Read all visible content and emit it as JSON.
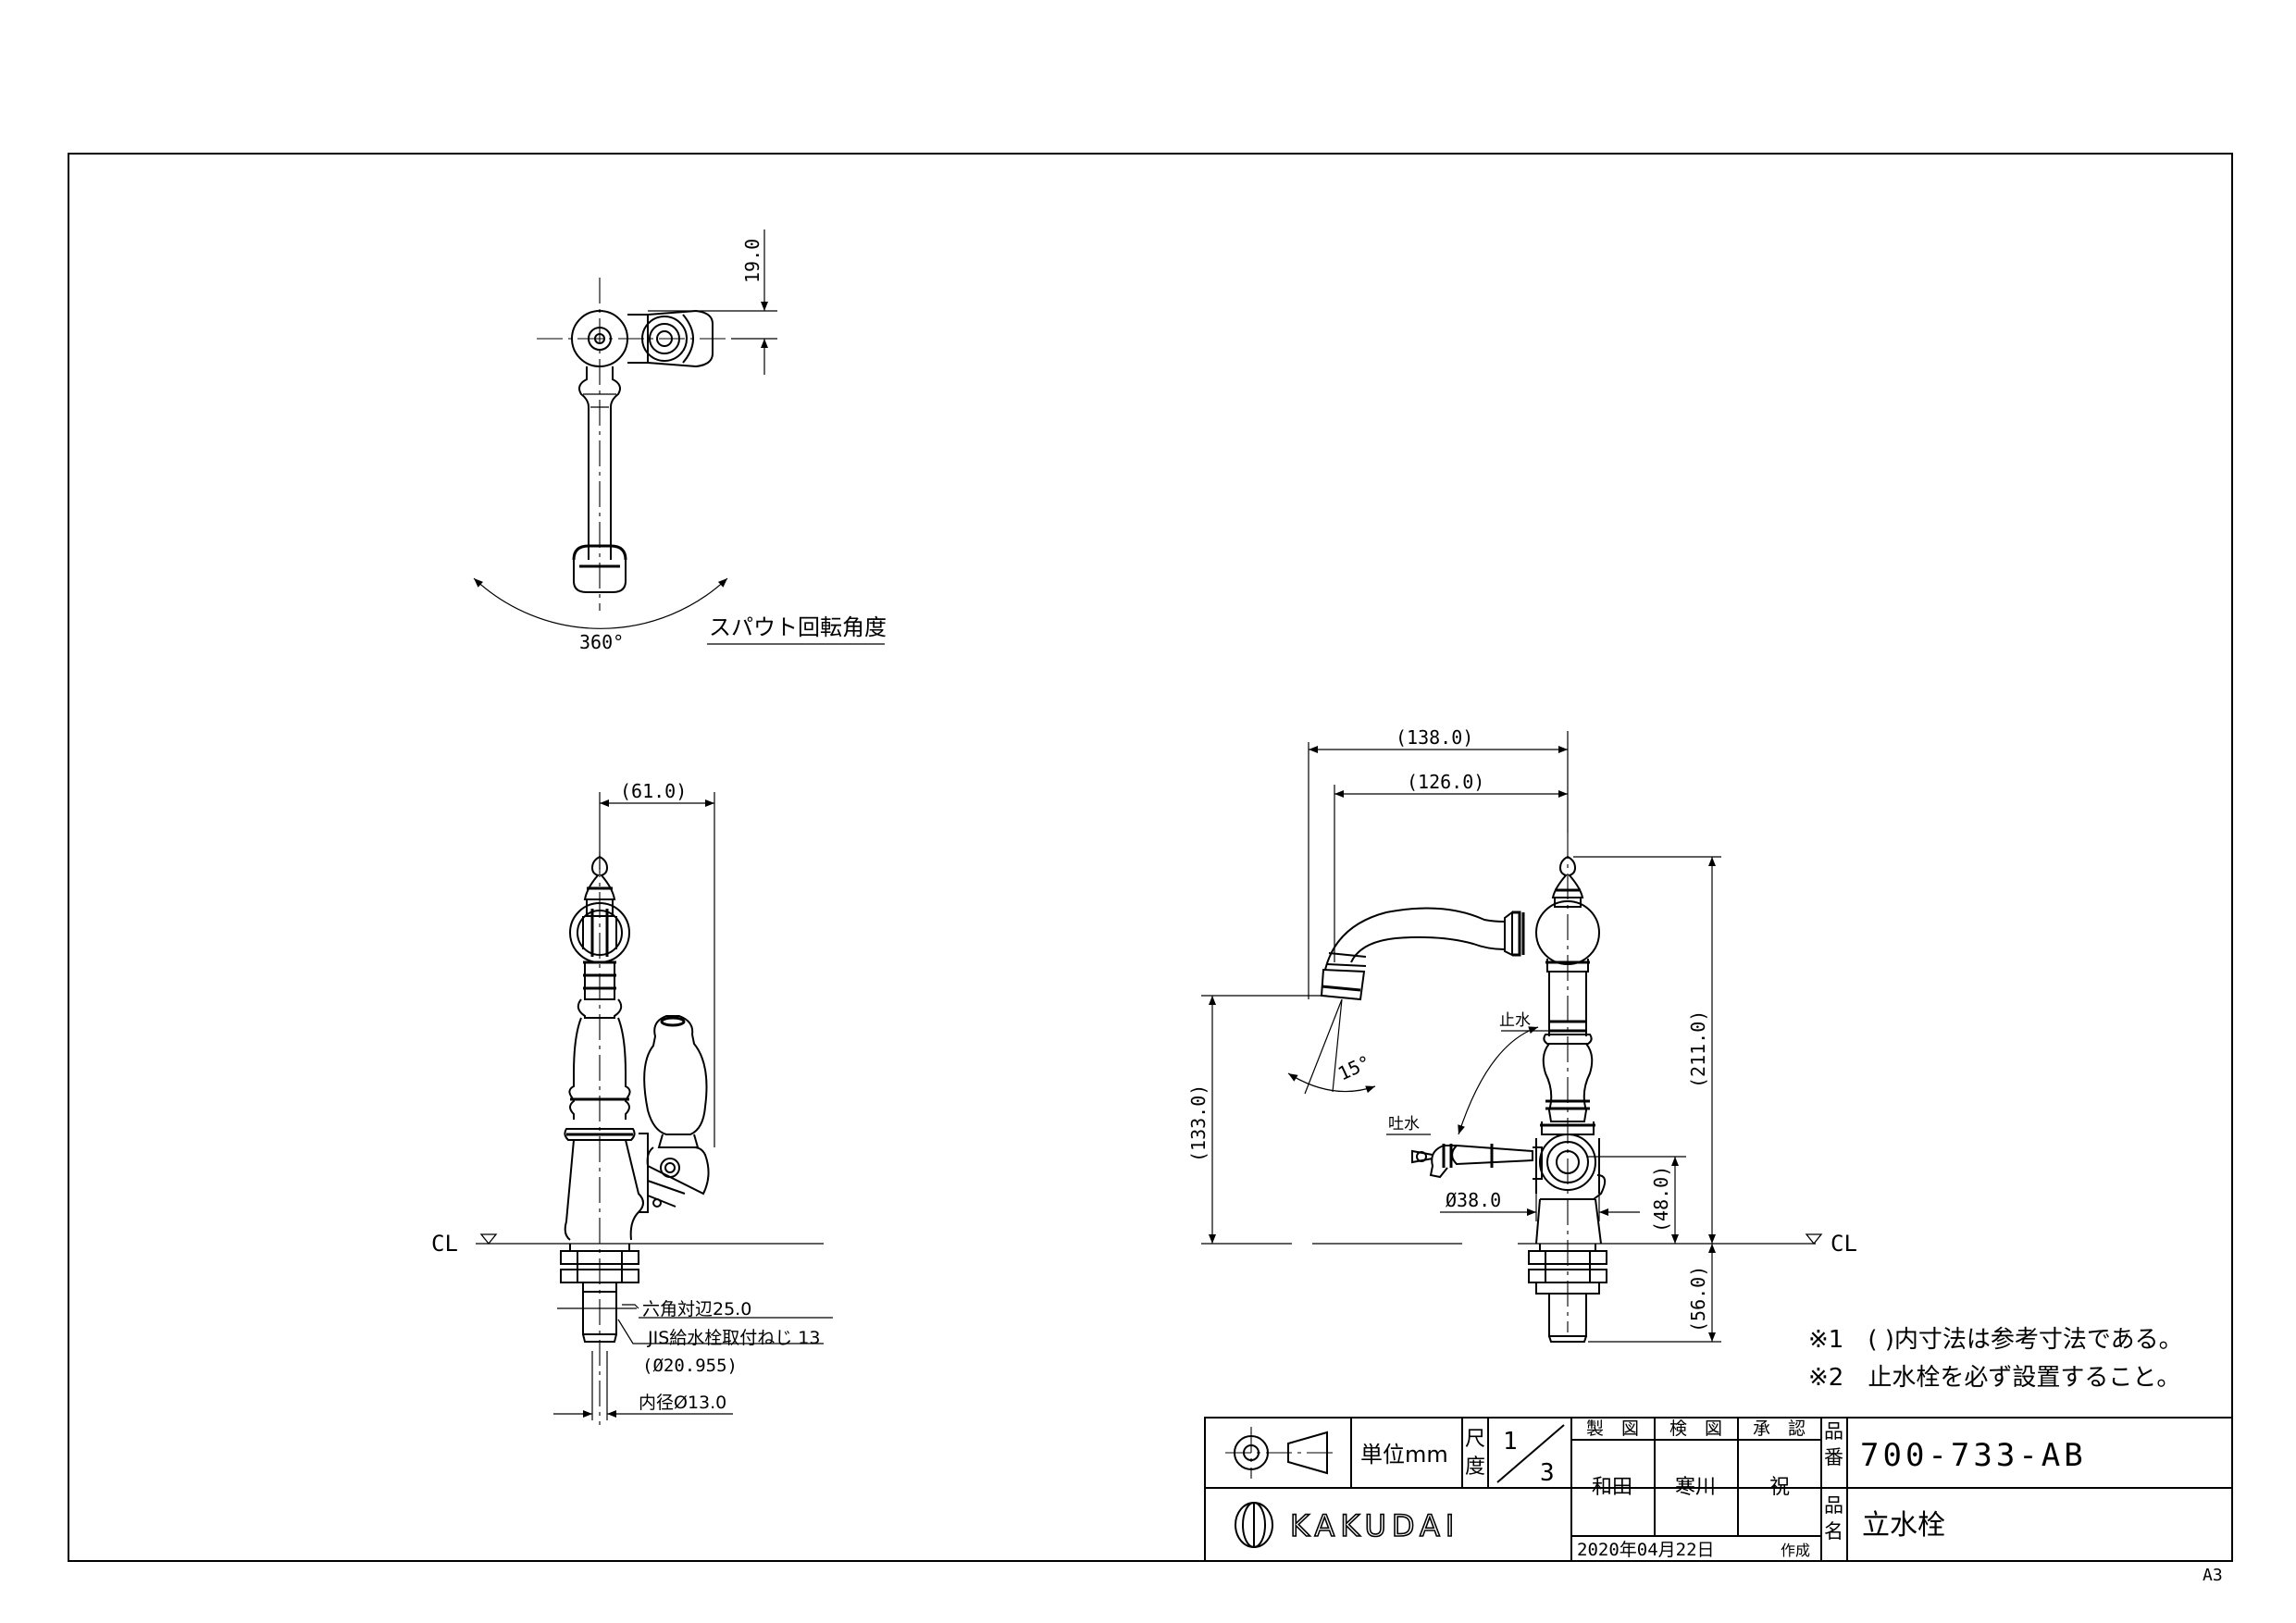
{
  "drawing": {
    "rotation_label": "スパウト回転角度",
    "rotation_angle": "360°",
    "dims": {
      "top_19": "19.0",
      "side_61": "(61.0)",
      "front_138": "(138.0)",
      "front_126": "(126.0)",
      "front_211": "(211.0)",
      "front_133": "(133.0)",
      "front_48": "(48.0)",
      "front_56": "(56.0)",
      "dia_38": "Ø38.0",
      "angle_15": "15°"
    },
    "labels": {
      "cl_left": "CL",
      "cl_right": "CL",
      "stop_water": "止水",
      "discharge": "吐水",
      "hex": "六角対辺25.0",
      "jis_thread": "JIS給水栓取付ねじ 13",
      "thread_dia": "(Ø20.955)",
      "inner_dia": "内径Ø13.0"
    },
    "notes": [
      "※1　( )内寸法は参考寸法である。",
      "※2　止水栓を必ず設置すること。"
    ],
    "sheet_size": "A3"
  },
  "title_block": {
    "unit_label": "単位mm",
    "scale_label_1": "尺",
    "scale_label_2": "度",
    "scale_num": "1",
    "scale_den": "3",
    "h_drawn": "製　図",
    "h_checked": "検　図",
    "h_approved": "承　認",
    "drawn_by": "和田",
    "checked_by": "寒川",
    "approved_by": "祝",
    "part_no_label_1": "品",
    "part_no_label_2": "番",
    "part_no": "700-733-AB",
    "part_name_label_1": "品",
    "part_name_label_2": "名",
    "part_name": "立水栓",
    "company": "KAKUDAI",
    "date": "2020年04月22日",
    "date_suffix": "作成"
  }
}
